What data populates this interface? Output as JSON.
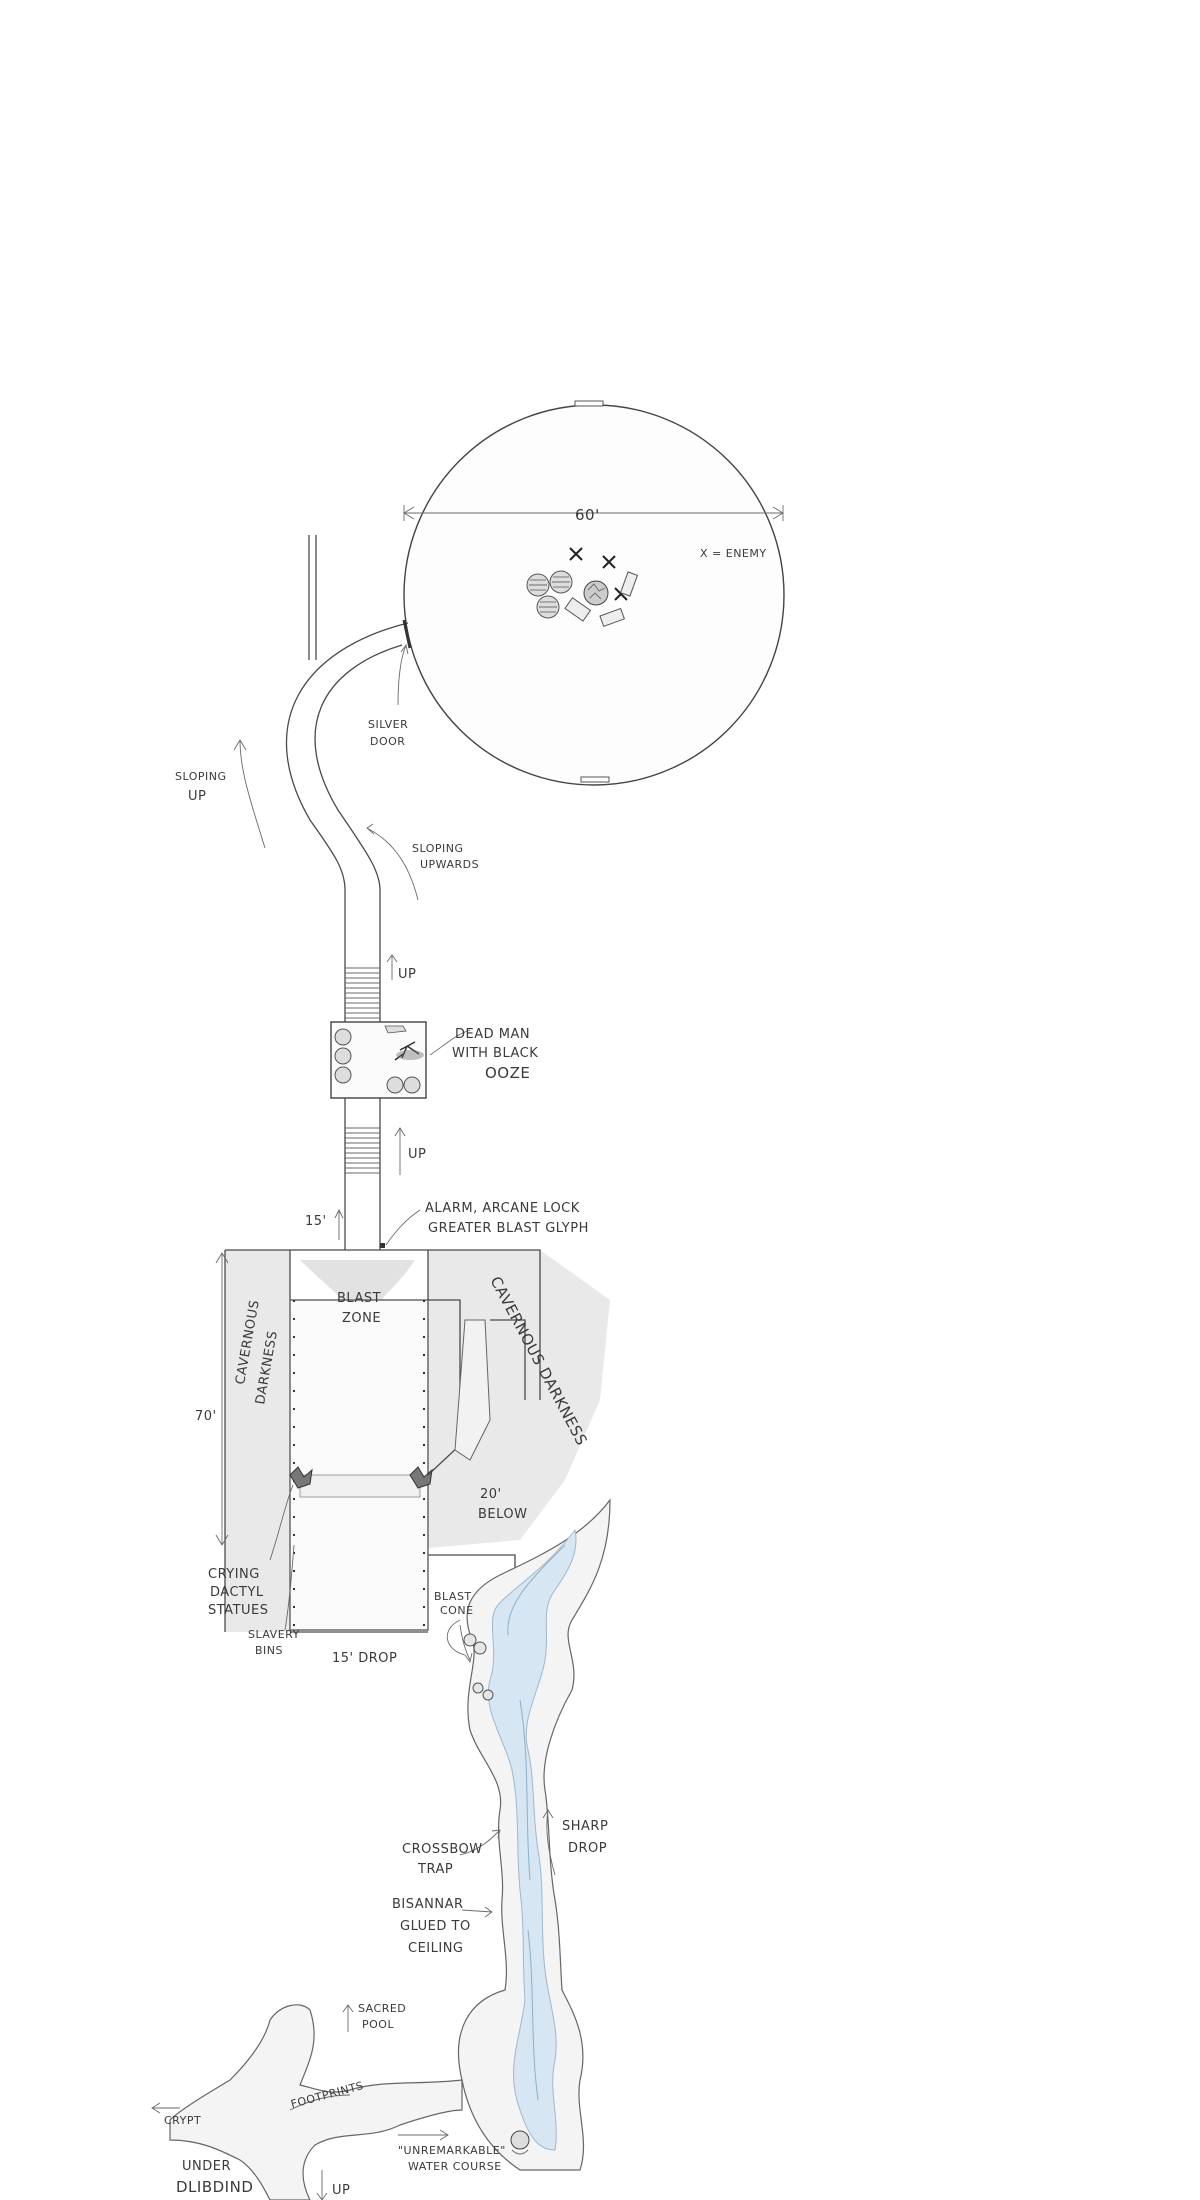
{
  "map": {
    "labels": {
      "dimension_60": "60'",
      "legend_enemy": "X = ENEMY",
      "silver_door": [
        "SILVER",
        "DOOR"
      ],
      "sloping_up": [
        "SLOPING",
        "UP"
      ],
      "sloping_upwards": [
        "SLOPING",
        "UPWARDS"
      ],
      "up_1": "UP",
      "up_2": "UP",
      "dead_man": [
        "DEAD MAN",
        "WITH BLACK",
        "OOZE"
      ],
      "dim_15": "15'",
      "alarm": [
        "ALARM, ARCANE LOCK",
        "GREATER BLAST GLYPH"
      ],
      "blast_zone": [
        "BLAST",
        "ZONE"
      ],
      "cavernous_darkness_left": [
        "CAVERNOUS",
        "DARKNESS"
      ],
      "cavernous_darkness_right": "CAVERNOUS DARKNESS",
      "dim_70": "70'",
      "dim_20_below": [
        "20'",
        "BELOW"
      ],
      "crying_dactyl": [
        "CRYING",
        "DACTYL",
        "STATUES"
      ],
      "slavery_bins": [
        "SLAVERY",
        "BINS"
      ],
      "drop_15": "15' DROP",
      "blast_cone": [
        "BLAST",
        "CONE"
      ],
      "crossbow_trap": [
        "CROSSBOW",
        "TRAP"
      ],
      "sharp_drop": [
        "SHARP",
        "DROP"
      ],
      "bisannar": [
        "BISANNAR",
        "GLUED TO",
        "CEILING"
      ],
      "sacred_pool": [
        "SACRED",
        "POOL"
      ],
      "footprints": "FOOTPRINTS",
      "crypt": "CRYPT",
      "unremarkable": [
        "\"UNREMARKABLE\"",
        "WATER COURSE"
      ],
      "under_dlibdind": [
        "UNDER",
        "DLIBDIND"
      ],
      "up_3": "UP"
    }
  }
}
